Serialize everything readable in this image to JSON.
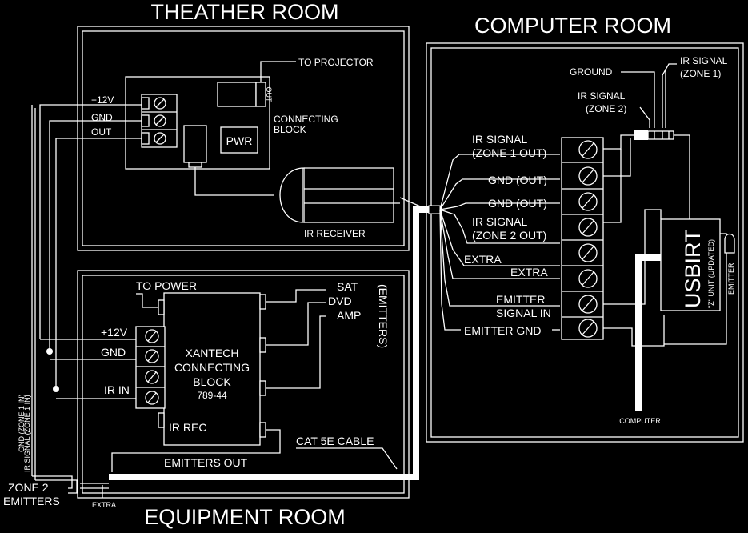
{
  "rooms": {
    "theater": "THEATHER ROOM",
    "computer": "COMPUTER ROOM",
    "equipment": "EQUIPMENT ROOM"
  },
  "theater": {
    "to_projector": "TO PROJECTOR",
    "out_tab": "OUT",
    "connecting_block": [
      "CONNECTING",
      "BLOCK"
    ],
    "pwr": "PWR",
    "terminals": [
      "+12V",
      "GND",
      "OUT"
    ],
    "ir_receiver": "IR RECEIVER"
  },
  "computer": {
    "ground": "GROUND",
    "ir_signal_zone1": [
      "IR SIGNAL",
      "(ZONE 1)"
    ],
    "ir_signal_zone2": [
      "IR SIGNAL",
      "(ZONE 2)"
    ],
    "terminals": [
      [
        "IR SIGNAL",
        "(ZONE 1 OUT)"
      ],
      [
        "GND (OUT)"
      ],
      [
        "GND (OUT)"
      ],
      [
        "IR SIGNAL",
        "(ZONE 2 OUT)"
      ],
      [
        "EXTRA"
      ],
      [
        "EXTRA"
      ],
      [
        "EMITTER",
        "SIGNAL IN"
      ],
      [
        "EMITTER GND"
      ]
    ],
    "usbirt": "USBIRT",
    "usbirt_sub": "\"Z\" UNIT (UPDATED)",
    "emitter": "EMITTER",
    "computer": "COMPUTER"
  },
  "equipment": {
    "to_power": "TO POWER",
    "outputs": [
      "SAT",
      "DVD",
      "AMP"
    ],
    "emitters_vertical": "(EMITTERS)",
    "terminals": [
      "+12V",
      "GND",
      "",
      "IR IN"
    ],
    "xantech": [
      "XANTECH",
      "CONNECTING",
      "BLOCK",
      "789-44"
    ],
    "ir_rec": "IR REC",
    "emitters_out": "EMITTERS OUT",
    "cat5e": "CAT 5E CABLE",
    "zone2_emitters": [
      "ZONE 2",
      "EMITTERS"
    ],
    "extra": "EXTRA",
    "gnd_zone1_in": "GND (ZONE 1 IN)",
    "ir_signal_zone1_in": "IR SIGNAL (ZONE 1 IN)"
  }
}
